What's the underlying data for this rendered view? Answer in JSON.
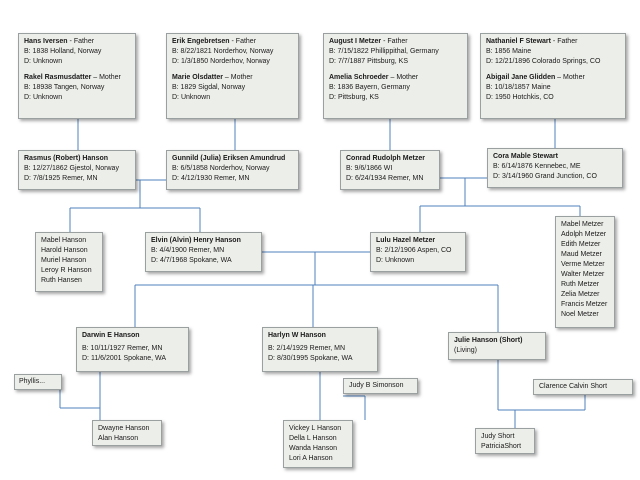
{
  "iversen": {
    "name": "Hans Iversen",
    "role": " - Father",
    "born": "B: 1838 Holland, Norway",
    "died": "D: Unknown",
    "wife_name": "Rakel Rasmusdatter",
    "wife_role": " – Mother",
    "wife_born": "B: 18938 Tangen, Norway",
    "wife_died": "D: Unknown"
  },
  "engebretsen": {
    "name": "Erik Engebretsen",
    "role": " - Father",
    "born": "B: 8/22/1821 Norderhov, Norway",
    "died": "D: 1/3/1850 Norderhov, Norway",
    "wife_name": "Marie Olsdatter",
    "wife_role": " – Mother",
    "wife_born": "B: 1829 Sigdal, Norway",
    "wife_died": "D: Unknown"
  },
  "metzer_sr": {
    "name": "August I Metzer",
    "role": " - Father",
    "born": "B: 7/15/1822 Phillippithal, Germany",
    "died": "D: 7/7/1887 Pittsburg, KS",
    "wife_name": "Amelia Schroeder",
    "wife_role": " – Mother",
    "wife_born": "B: 1836 Bayern, Germany",
    "wife_died": "D: Pittsburg, KS"
  },
  "stewart": {
    "name": "Nathaniel F Stewart",
    "role": " - Father",
    "born": "B: 1856 Maine",
    "died": "D: 12/21/1896 Colorado Springs, CO",
    "wife_name": "Abigail Jane Glidden",
    "wife_role": " – Mother",
    "wife_born": "B: 10/18/1857 Maine",
    "wife_died": "D: 1950 Hotchkis, CO"
  },
  "rasmus": {
    "name": "Rasmus (Robert) Hanson",
    "born": "B: 12/27/1862 Gjestol, Norway",
    "died": "D: 7/8/1925 Remer, MN"
  },
  "gunnild": {
    "name": "Gunnild (Julia) Eriksen Amundrud",
    "born": "B: 6/5/1858 Norderhov, Norway",
    "died": "D: 4/12/1930 Remer, MN"
  },
  "conrad": {
    "name": "Conrad Rudolph Metzer",
    "born": "B: 9/6/1866 WI",
    "died": "D: 6/24/1934 Remer, MN"
  },
  "cora": {
    "name": "Cora Mable Stewart",
    "born": "B: 6/14/1876 Kennebec, ME",
    "died": "D: 3/14/1960 Grand Junction, CO"
  },
  "hanson_siblings": [
    "Mabel Hanson",
    "Harold Hanson",
    "Muriel Hanson",
    "Leroy R Hanson",
    "Ruth Hansen"
  ],
  "elvin": {
    "name": "Elvin (Alvin) Henry Hanson",
    "born": "B: 4/4/1900 Remer, MN",
    "died": "D: 4/7/1968 Spokane, WA"
  },
  "lulu": {
    "name": "Lulu Hazel Metzer",
    "born": "B: 2/12/1906 Aspen, CO",
    "died": "D:  Unknown"
  },
  "metzer_siblings": [
    "Mabel Metzer",
    "Adolph Metzer",
    "Edith Metzer",
    "Maud Metzer",
    "Verme Metzer",
    "Walter Metzer",
    "Ruth Metzer",
    "Zelia Metzer",
    "Francis Metzer",
    "Noel Metzer"
  ],
  "darwin": {
    "name": "Darwin E Hanson",
    "born": "B: 10/11/1927 Remer, MN",
    "died": "D: 11/6/2001 Spokane, WA"
  },
  "harlyn": {
    "name": "Harlyn W Hanson",
    "born": "B: 2/14/1929 Remer, MN",
    "died": "D: 8/30/1995 Spokane, WA"
  },
  "julie": {
    "name": "Julie Hanson (Short)",
    "status": "(Living)"
  },
  "phyllis": "Phyllis...",
  "judy_simonson": "Judy B Simonson",
  "clarence": "Clarence Calvin Short",
  "darwin_children": [
    "Dwayne Hanson",
    "Alan Hanson"
  ],
  "harlyn_children": [
    "Vickey L Hanson",
    "Della L Hanson",
    "Wanda Hanson",
    "Lori A Hanson"
  ],
  "julie_children": [
    "Judy Short",
    "PatriciaShort"
  ],
  "colors": {
    "line": "#4f81bd",
    "box_fill": "#eceee9",
    "box_border": "#9aa0a0"
  }
}
